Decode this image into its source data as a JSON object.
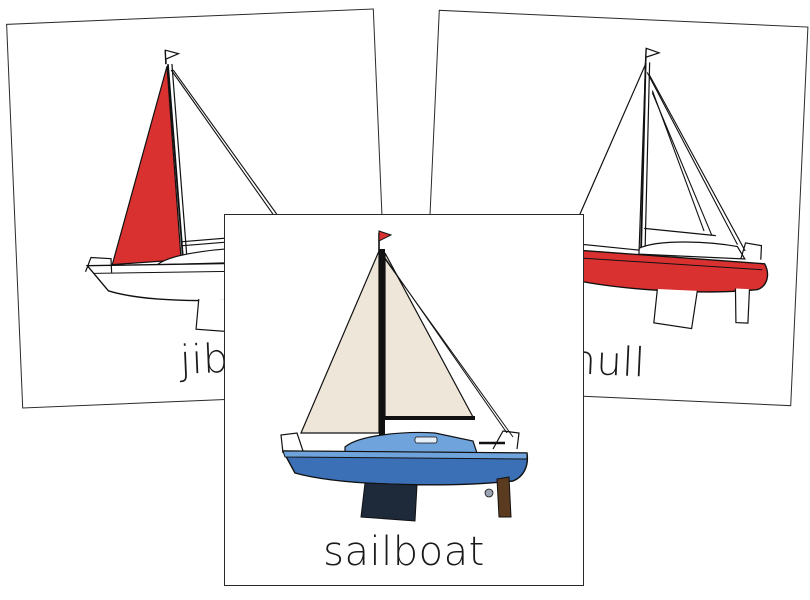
{
  "cards": [
    {
      "label": "jib",
      "highlight": "jib",
      "highlight_color": "#d93030"
    },
    {
      "label": "hull",
      "highlight": "hull",
      "highlight_color": "#d93030"
    },
    {
      "label": "sailboat",
      "highlight": "all",
      "colors": {
        "sail": "#efe6da",
        "hull": "#3b6fb6",
        "cabin": "#6fa3dc",
        "keel": "#1e2a3a",
        "rudder": "#5a3b1f",
        "flag": "#d93030"
      }
    }
  ]
}
